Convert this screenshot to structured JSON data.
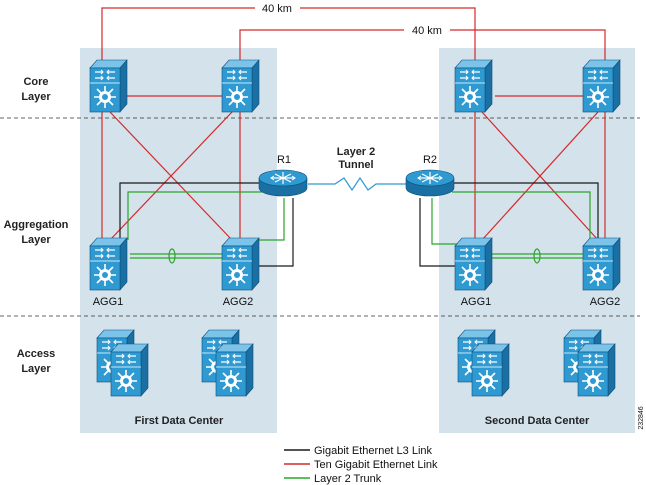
{
  "layers": {
    "core": [
      "Core",
      "Layer"
    ],
    "aggregation": [
      "Aggregation",
      "Layer"
    ],
    "access": [
      "Access",
      "Layer"
    ]
  },
  "distances": {
    "outer": "40 km",
    "inner": "40 km"
  },
  "tunnel": [
    "Layer 2",
    "Tunnel"
  ],
  "routers": {
    "left": "R1",
    "right": "R2"
  },
  "data_centers": {
    "first": "First Data Center",
    "second": "Second Data Center"
  },
  "agg_labels": {
    "dc1_agg1": "AGG1",
    "dc1_agg2": "AGG2",
    "dc2_agg1": "AGG1",
    "dc2_agg2": "AGG2"
  },
  "legend": [
    {
      "label": "Gigabit Ethernet L3 Link",
      "color": "#1a1a1a"
    },
    {
      "label": "Ten Gigabit Ethernet Link",
      "color": "#d42a2a"
    },
    {
      "label": "Layer 2 Trunk",
      "color": "#2aa52a"
    }
  ],
  "figure_id": "232846",
  "colors": {
    "dc_background": "#d4e2ec",
    "switch_face": "#2f9ad2",
    "switch_dark": "#1a6fa3",
    "switch_top": "#7cc3ea",
    "l3": "#1a1a1a",
    "ten_gig": "#d42a2a",
    "trunk": "#2aa52a"
  }
}
